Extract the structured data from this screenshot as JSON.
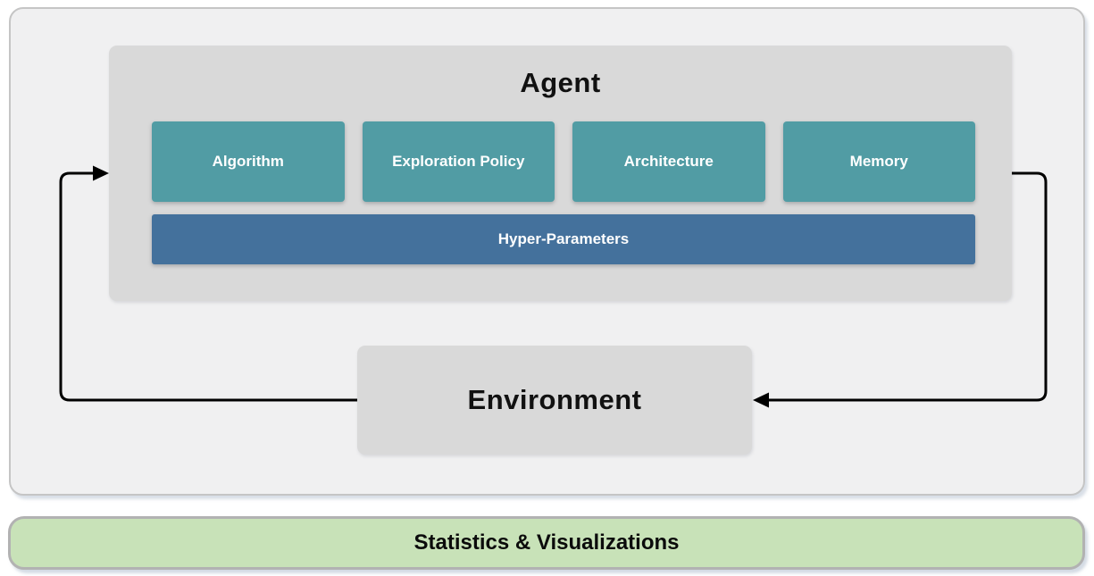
{
  "diagram": {
    "agent": {
      "title": "Agent",
      "components": [
        {
          "label": "Algorithm"
        },
        {
          "label": "Exploration Policy"
        },
        {
          "label": "Architecture"
        },
        {
          "label": "Memory"
        }
      ],
      "hyper_parameters_label": "Hyper-Parameters"
    },
    "environment": {
      "title": "Environment"
    },
    "footer": {
      "label": "Statistics & Visualizations"
    },
    "arrows": [
      {
        "name": "environment-to-agent",
        "direction": "left-up-right into Agent"
      },
      {
        "name": "agent-to-environment",
        "direction": "right-down-left into Environment"
      }
    ],
    "colors": {
      "component_teal": "#519CA4",
      "hyper_blue": "#44719C",
      "panel_gray": "#D9D9D9",
      "outer_gray": "#F0F0F1",
      "footer_green": "#C8E2B8",
      "arrow_black": "#000000"
    }
  }
}
